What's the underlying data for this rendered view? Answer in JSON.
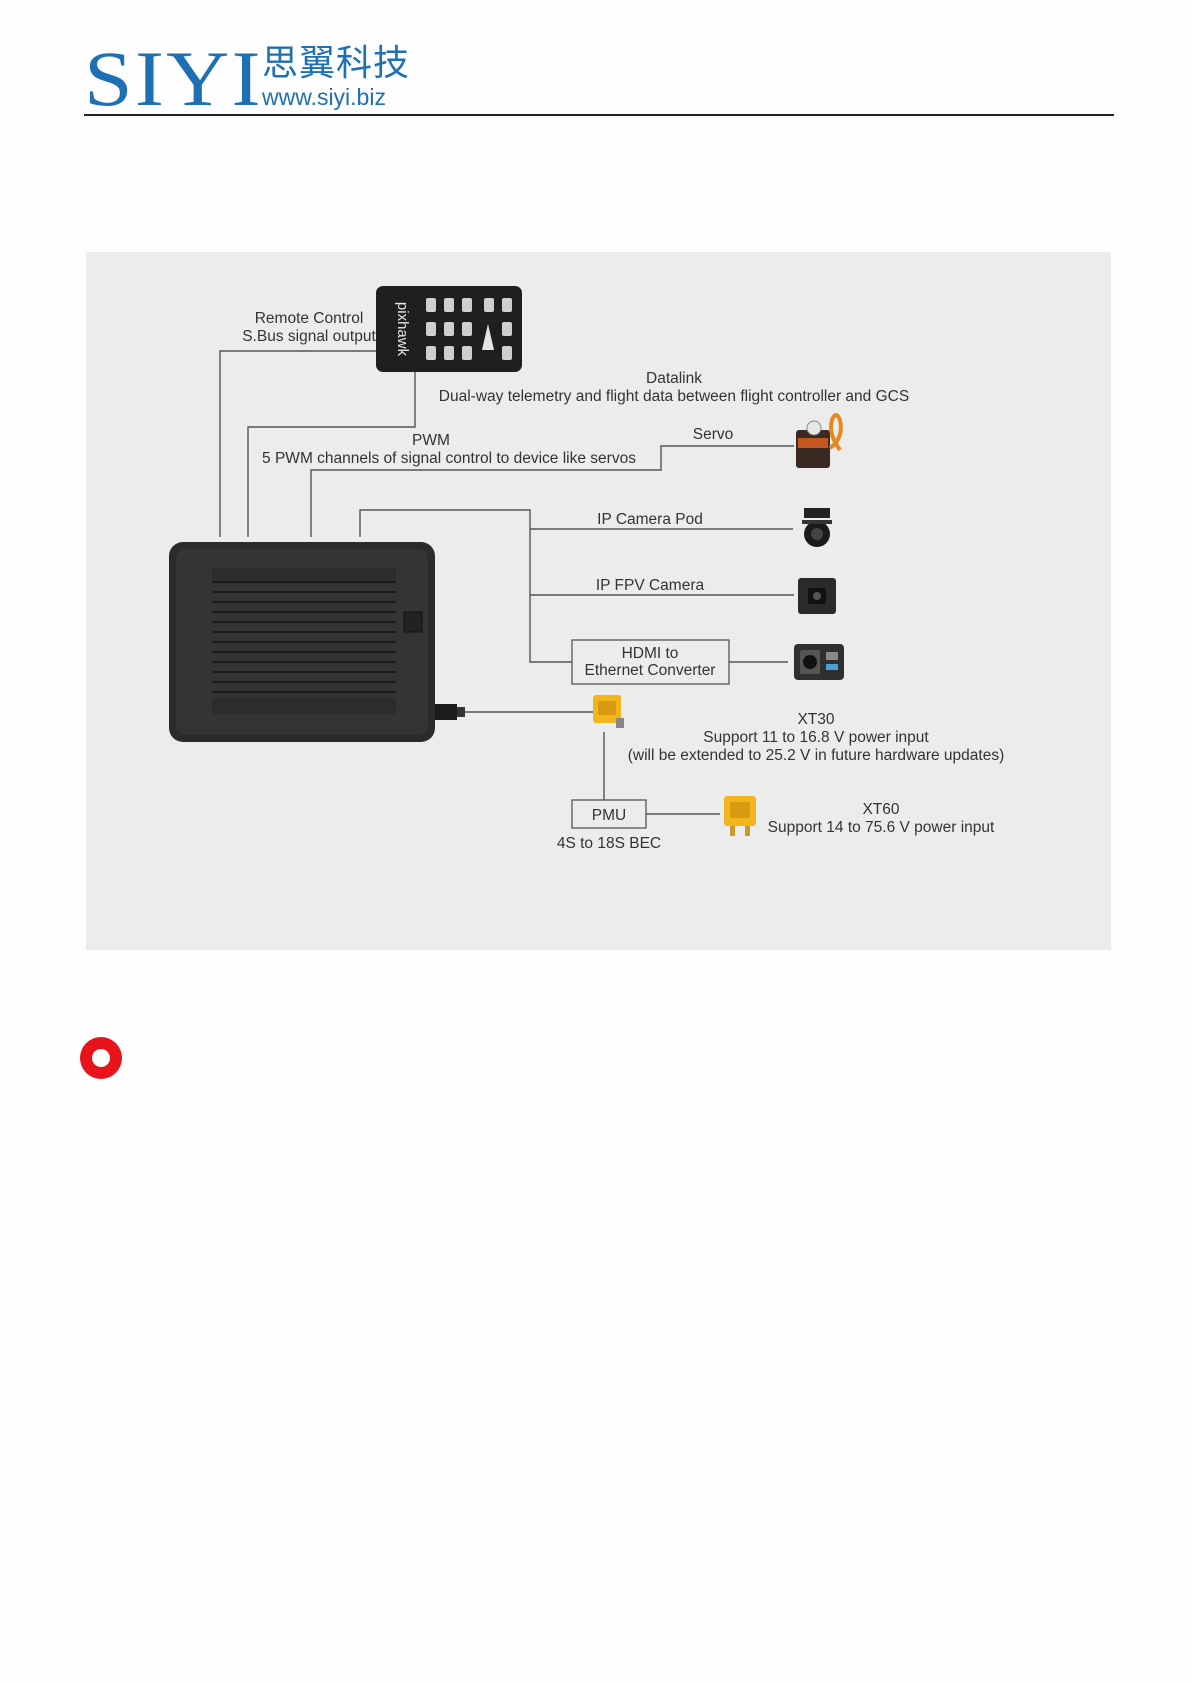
{
  "header": {
    "brand": "SIYI",
    "brand_cn": "思翼科技",
    "url": "www.siyi.biz"
  },
  "diagram": {
    "remote_control": "Remote Control",
    "sbus": "S.Bus signal output",
    "flight_controller_brand": "pixhawk",
    "datalink_title": "Datalink",
    "datalink_desc": "Dual-way telemetry and flight data between flight controller and GCS",
    "pwm_title": "PWM",
    "pwm_desc": "5 PWM channels of signal control to device like servos",
    "servo": "Servo",
    "ip_camera_pod": "IP Camera Pod",
    "ip_fpv_camera": "IP FPV Camera",
    "hdmi_1": "HDMI to",
    "hdmi_2": "Ethernet Converter",
    "xt30_title": "XT30",
    "xt30_line1": "Support 11 to 16.8 V power input",
    "xt30_line2": "(will be extended to 25.2 V in future hardware updates)",
    "pmu": "PMU",
    "pmu_desc": "4S to 18S BEC",
    "xt60_title": "XT60",
    "xt60_desc": "Support 14 to 75.6 V power input"
  },
  "colors": {
    "brand_blue": "#1f6fb4",
    "panel_bg": "#ececec",
    "notice_red": "#e8141c",
    "connector_yellow": "#f2b51c"
  },
  "icons": [
    "notice-icon"
  ]
}
